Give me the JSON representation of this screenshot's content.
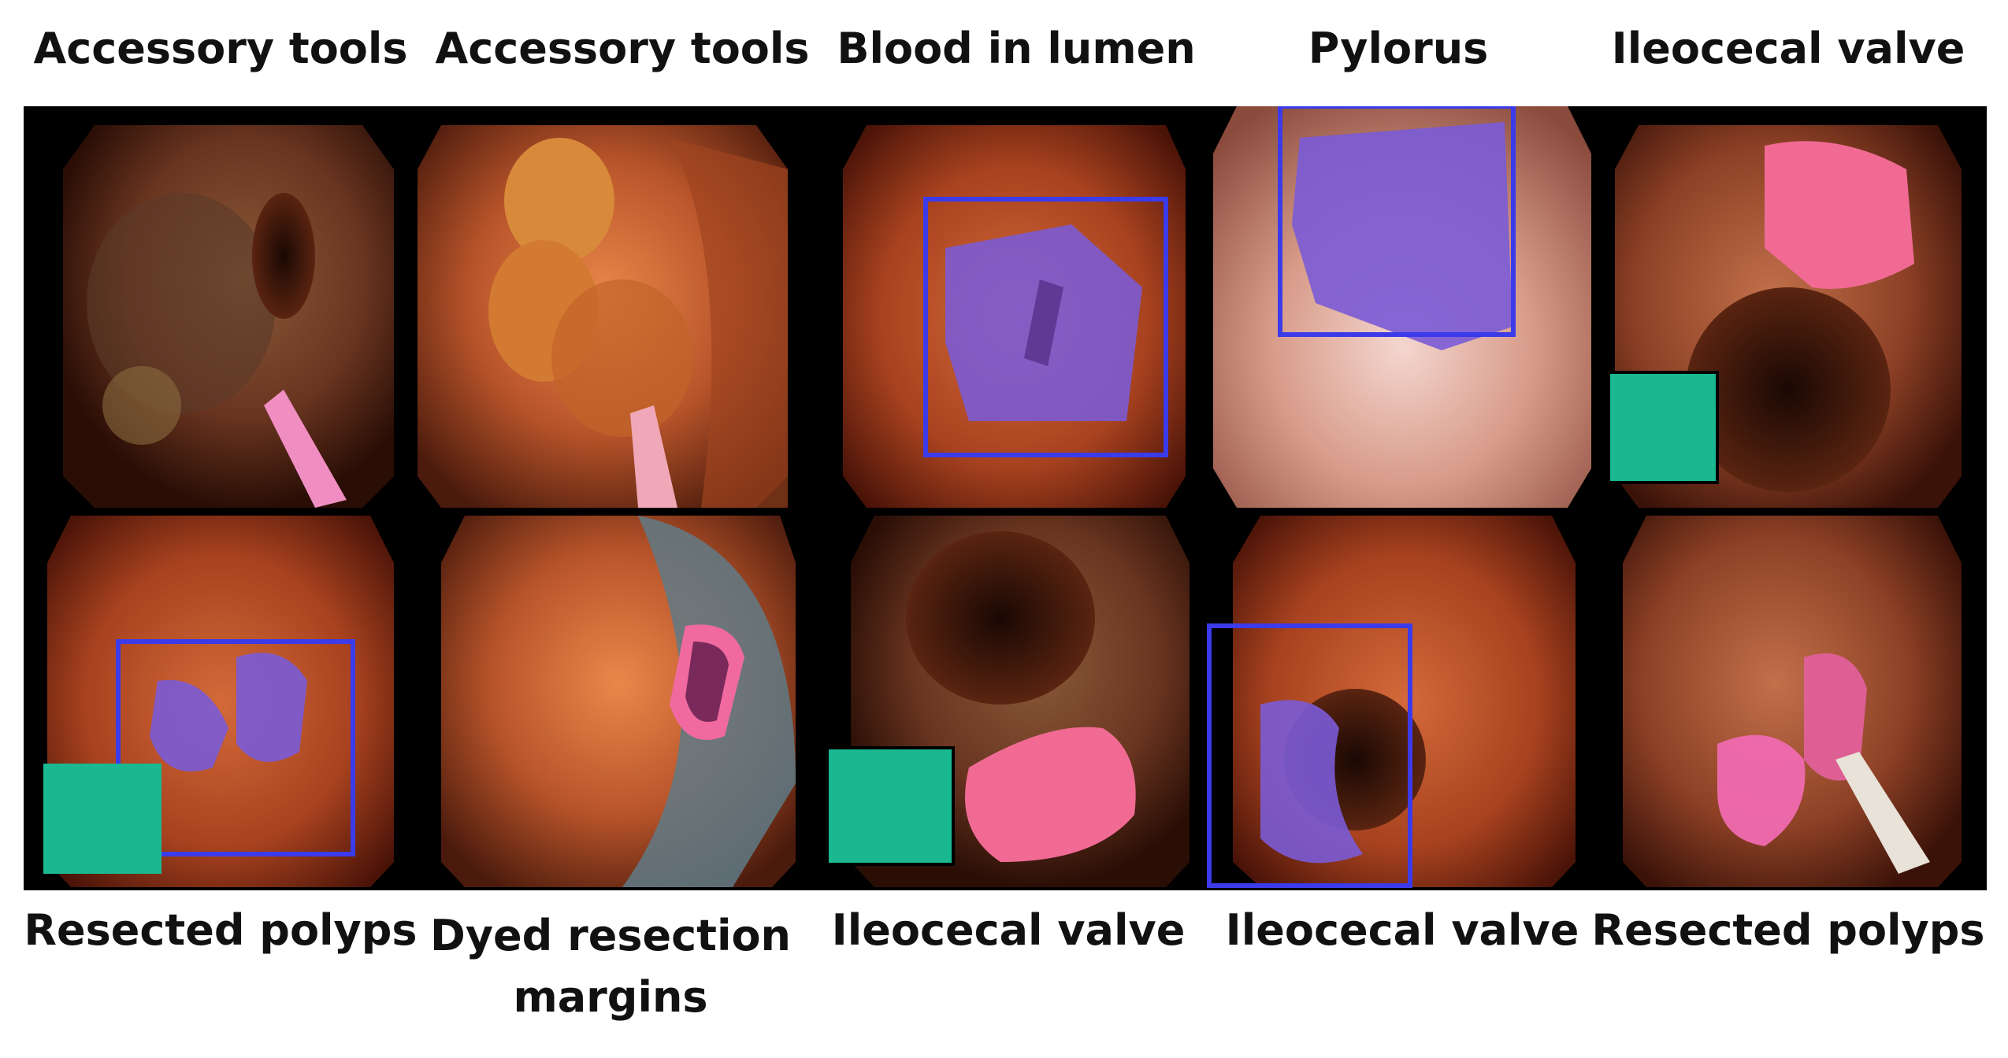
{
  "top_labels": [
    "Accessory tools",
    "Accessory tools",
    "Blood in lumen",
    "Pylorus",
    "Ileocecal valve"
  ],
  "bottom_labels": [
    "Resected polyps",
    "Dyed resection margins",
    "Ileocecal valve",
    "Ileocecal valve",
    "Resected polyps"
  ],
  "colors": {
    "background": "#ffffff",
    "panel": "#000000",
    "bbox": "#3b3bea",
    "mask_purple": "#7a5bd6",
    "mask_pink": "#f06a94",
    "inset_green": "#19b890"
  }
}
